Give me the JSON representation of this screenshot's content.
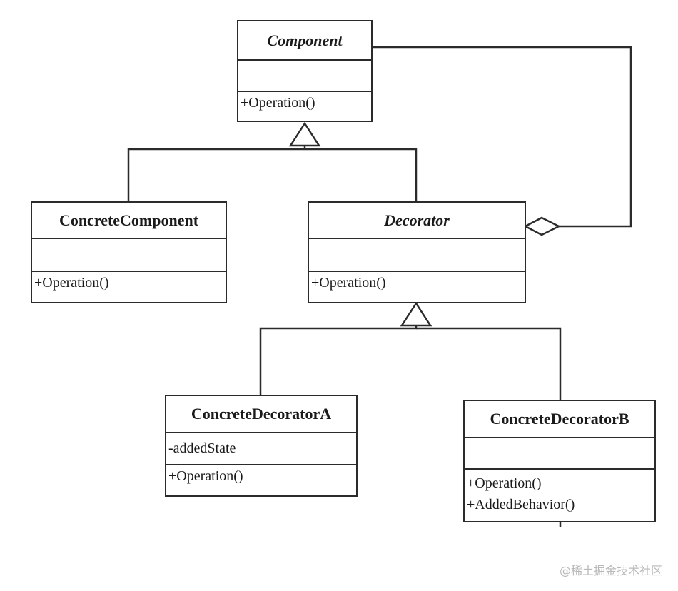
{
  "classes": {
    "component": {
      "name": "Component",
      "attributes": [],
      "operations": [
        "+Operation()"
      ]
    },
    "concrete_component": {
      "name": "ConcreteComponent",
      "attributes": [],
      "operations": [
        "+Operation()"
      ]
    },
    "decorator": {
      "name": "Decorator",
      "attributes": [],
      "operations": [
        "+Operation()"
      ]
    },
    "concrete_decorator_a": {
      "name": "ConcreteDecoratorA",
      "attributes": [
        "-addedState"
      ],
      "operations": [
        "+Operation()"
      ]
    },
    "concrete_decorator_b": {
      "name": "ConcreteDecoratorB",
      "attributes": [],
      "operations": [
        "+Operation()",
        "+AddedBehavior()"
      ]
    }
  },
  "relationships": [
    {
      "type": "generalization",
      "from": "ConcreteComponent",
      "to": "Component"
    },
    {
      "type": "generalization",
      "from": "Decorator",
      "to": "Component"
    },
    {
      "type": "aggregation",
      "whole": "Decorator",
      "part": "Component"
    },
    {
      "type": "generalization",
      "from": "ConcreteDecoratorA",
      "to": "Decorator"
    },
    {
      "type": "generalization",
      "from": "ConcreteDecoratorB",
      "to": "Decorator"
    }
  ],
  "watermark": "@稀土掘金技术社区",
  "colors": {
    "line": "#2b2b2b",
    "background": "#ffffff",
    "watermark": "#b9b9b9"
  }
}
